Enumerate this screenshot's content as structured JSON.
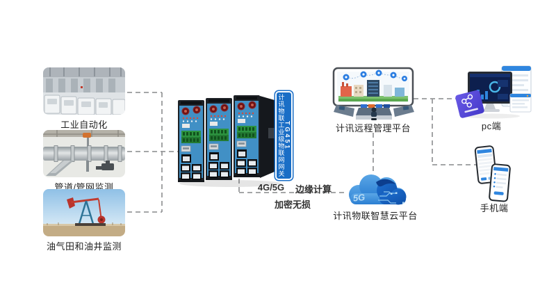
{
  "sources": [
    {
      "label": "工业自动化"
    },
    {
      "label": "管道/管网监测"
    },
    {
      "label": "油气田和油井监测"
    }
  ],
  "gateway": {
    "model": "TG451",
    "name": "计讯物联工业级物联网网关"
  },
  "link_labels": {
    "network": "4G/5G",
    "edge": "边缘计算",
    "encryption": "加密无损"
  },
  "platforms": {
    "management": {
      "label": "计讯远程管理平台"
    },
    "cloud": {
      "label": "计讯物联智慧云平台",
      "badge": "5G"
    }
  },
  "clients": {
    "pc": {
      "label": "pc端"
    },
    "mobile": {
      "label": "手机端"
    }
  },
  "colors": {
    "accent_blue": "#1a6ec6",
    "router_blue": "#4190c5",
    "cloud_blue": "#1565c8",
    "line_gray": "#999999",
    "text_dark": "#222222"
  }
}
